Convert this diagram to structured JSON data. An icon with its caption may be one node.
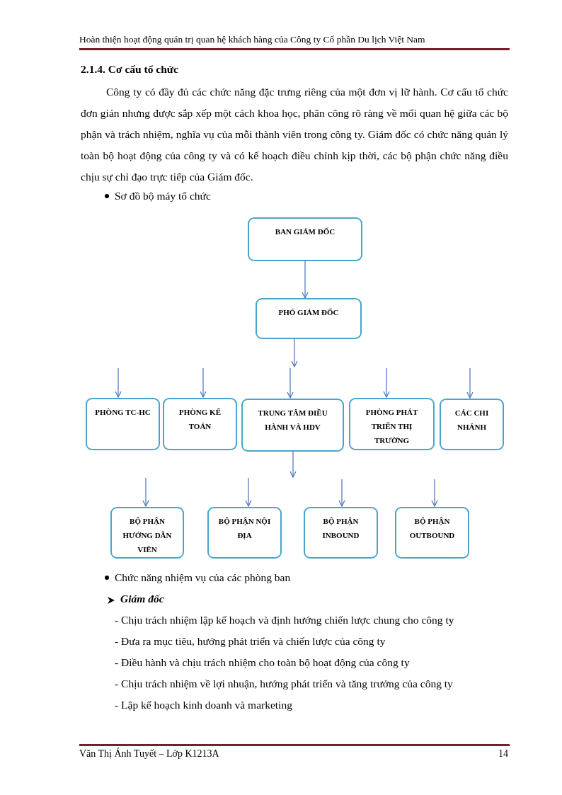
{
  "diagram": {
    "nodes": [
      {
        "text": [
          "BAN GIÁM ĐỐC"
        ]
      },
      {
        "text": [
          "PHÓ GIÁM ĐỐC"
        ]
      },
      {
        "text": [
          "PHÒNG TC-HC"
        ]
      },
      {
        "text": [
          "PHÒNG KẾ TOÁN"
        ]
      },
      {
        "text": [
          "TRUNG TÂM ĐIỀU HÀNH VÀ HDV"
        ]
      },
      {
        "text": [
          "PHÒNG PHÁT TRIỂN THỊ TRƯỜNG"
        ]
      },
      {
        "text": [
          "CÁC CHI NHÁNH"
        ]
      },
      {
        "text": [
          "BỘ PHẬN HƯỚNG DẪN VIÊN"
        ]
      },
      {
        "text": [
          "BỘ PHẬN NỘI ĐỊA"
        ]
      },
      {
        "text": [
          "BỘ PHẬN INBOUND"
        ]
      },
      {
        "text": [
          "BỘ PHẬN OUTBOUND"
        ]
      }
    ],
    "edges": [
      {
        "from": 0,
        "to": 1,
        "arrow": "to"
      },
      {
        "from": 1,
        "to": null,
        "arrow": "to"
      },
      {
        "from": null,
        "to": 2,
        "arrow": "to"
      },
      {
        "from": null,
        "to": 3,
        "arrow": "to"
      },
      {
        "from": null,
        "to": 4,
        "arrow": "to"
      },
      {
        "from": null,
        "to": 5,
        "arrow": "to"
      },
      {
        "from": null,
        "to": 6,
        "arrow": "to"
      },
      {
        "from": 4,
        "to": null,
        "arrow": "to"
      },
      {
        "from": null,
        "to": 7,
        "arrow": "to"
      },
      {
        "from": null,
        "to": 8,
        "arrow": "to"
      },
      {
        "from": null,
        "to": 9,
        "arrow": "to"
      },
      {
        "from": null,
        "to": 10,
        "arrow": "to"
      }
    ],
    "labels": [
      "Hoàn thiện hoạt động quản trị quan hệ khách hàng của Công ty Cổ phần Du lịch Việt Nam",
      "2.1.4. Cơ cấu tổ chức",
      "Công ty có đầy đủ các chức năng đặc trưng riêng của một đơn vị lữ hành. Cơ cấu tổ chức đơn giản nhưng được sắp xếp một cách khoa học, phân công rõ ràng về mối quan hệ giữa các bộ phận và trách nhiệm, nghĩa vụ của mỗi thành viên trong công ty. Giám đốc có chức năng quản lý toàn bộ hoạt động của công ty và có kế hoạch điều chỉnh kịp thời, các bộ phận chức năng điều chịu sự chỉ đạo trực tiếp của Giám đốc.",
      "Sơ đồ bộ máy tổ chức",
      "Chức năng nhiệm vụ của các phòng ban",
      "Giám đốc",
      "- Chịu trách nhiệm lập kế hoạch và định hướng chiến lược chung cho công ty",
      "- Đưa ra mục tiêu, hướng phát triển và chiến lược của công ty",
      "- Điều hành và chịu trách nhiệm cho toàn bộ hoạt động của công ty",
      "- Chịu trách nhiệm về lợi nhuận, hướng phát triển và tăng trưởng của công ty",
      "- Lập kế hoạch kinh doanh và marketing",
      "Văn Thị Ánh Tuyết – Lớp K1213A",
      "14"
    ]
  }
}
